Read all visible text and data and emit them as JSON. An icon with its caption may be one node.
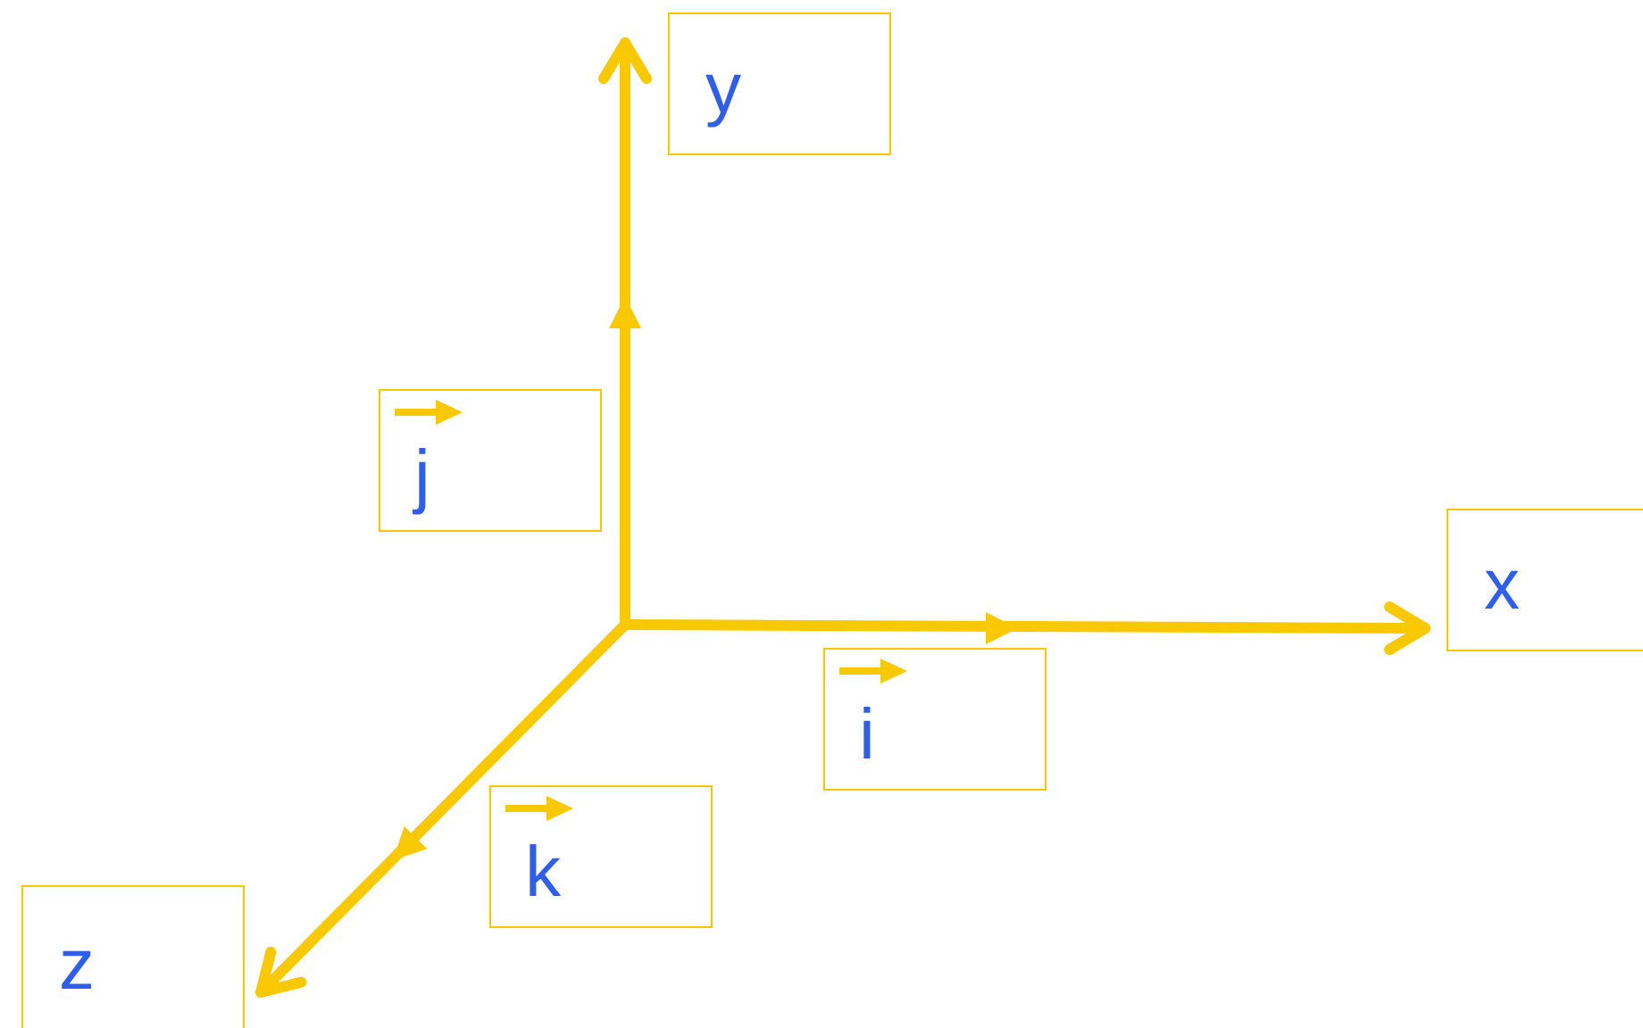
{
  "diagram": {
    "nodes": [
      {
        "text": [
          "y"
        ]
      },
      {
        "text": [
          "j"
        ]
      },
      {
        "text": [
          "x"
        ]
      },
      {
        "text": [
          "i"
        ]
      },
      {
        "text": [
          "k"
        ]
      },
      {
        "text": [
          "z"
        ]
      }
    ],
    "edges": []
  }
}
